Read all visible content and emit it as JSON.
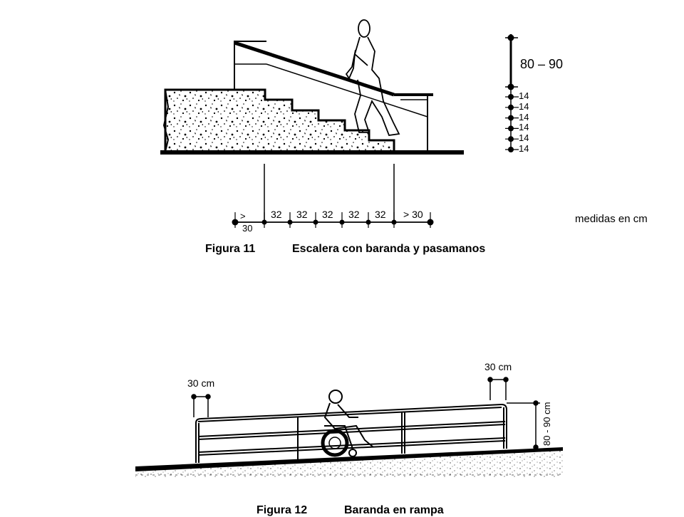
{
  "figure11": {
    "height_label": "80 – 90",
    "riser_labels": [
      "14",
      "14",
      "14",
      "14",
      "14",
      "14"
    ],
    "bottom_dims": {
      "first_top": ">",
      "first_bottom": "30",
      "treads": [
        "32",
        "32",
        "32",
        "32",
        "32"
      ],
      "last": "> 30"
    },
    "units_note": "medidas en cm",
    "caption_number": "Figura 11",
    "caption_title": "Escalera con baranda y pasamanos"
  },
  "figure12": {
    "left_extension_label": "30 cm",
    "right_extension_label": "30 cm",
    "height_label": "80 - 90 cm",
    "caption_number": "Figura 12",
    "caption_title": "Baranda en rampa"
  }
}
